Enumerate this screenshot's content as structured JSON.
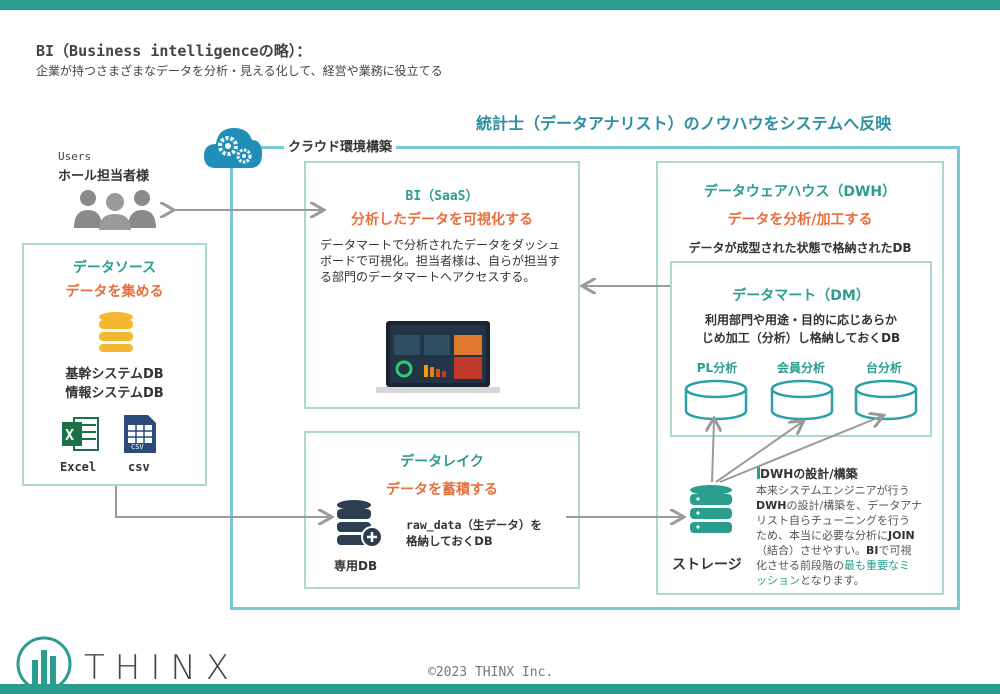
{
  "header": {
    "title": "BI（Business intelligenceの略）：",
    "subtitle": "企業が持つさまざまなデータを分析・見える化して、経営や業務に役立てる"
  },
  "banner": "統計士（データアナリスト）のノウハウをシステムへ反映",
  "cloud": {
    "label": "クラウド環境構築"
  },
  "users": {
    "caption": "Users",
    "name": "ホール担当者様"
  },
  "datasource": {
    "title": "データソース",
    "subtitle": "データを集める",
    "db1": "基幹システムDB",
    "db2": "情報システムDB",
    "excel_label": "Excel",
    "csv_label": "csv",
    "excel_icon_text": "X",
    "csv_icon_text": "CSV"
  },
  "bi": {
    "title": "BI（SaaS）",
    "subtitle": "分析したデータを可視化する",
    "body": "データマートで分析されたデータをダッシュボードで可視化。担当者様は、自らが担当する部門のデータマートへアクセスする。"
  },
  "datalake": {
    "title": "データレイク",
    "subtitle": "データを蓄積する",
    "db_label": "専用DB",
    "body_line1": "raw_data（生データ）を",
    "body_line2": "格納しておくDB"
  },
  "dwh": {
    "title": "データウェアハウス（DWH）",
    "subtitle": "データを分析/加工する",
    "body": "データが成型された状態で格納されたDB"
  },
  "datamart": {
    "title": "データマート（DM）",
    "body_line1": "利用部門や用途・目的に応じあらか",
    "body_line2": "じめ加工（分析）し格納しておくDB",
    "dbs": [
      "PL分析",
      "会員分析",
      "台分析"
    ]
  },
  "storage": {
    "label": "ストレージ"
  },
  "note": {
    "title": "DWHの設計/構築",
    "text_1": "本来システムエンジニアが行う",
    "text_2a": "DWH",
    "text_2b": "の設計/構築を、データアナ",
    "text_3": "リスト自らチューニングを行う",
    "text_4a": "ため、本当に必要な分析に",
    "text_4b": "JOIN",
    "text_5a": "（結合）させやすい。",
    "text_5b": "BI",
    "text_5c": "で可視",
    "text_6a": "化させる前段階の",
    "text_6b": "最も重要なミ",
    "text_7a": "ッション",
    "text_7b": "となります。"
  },
  "footer": {
    "copyright": "©2023 THINX Inc.",
    "logo": "THINX"
  },
  "colors": {
    "brand_teal": "#2a9d8f",
    "accent_orange": "#e76f3c",
    "cloud_border": "#7cc7d6",
    "box_border": "#a9d9cf",
    "db_yellow": "#f4b731",
    "icon_navy": "#2c3e50"
  }
}
